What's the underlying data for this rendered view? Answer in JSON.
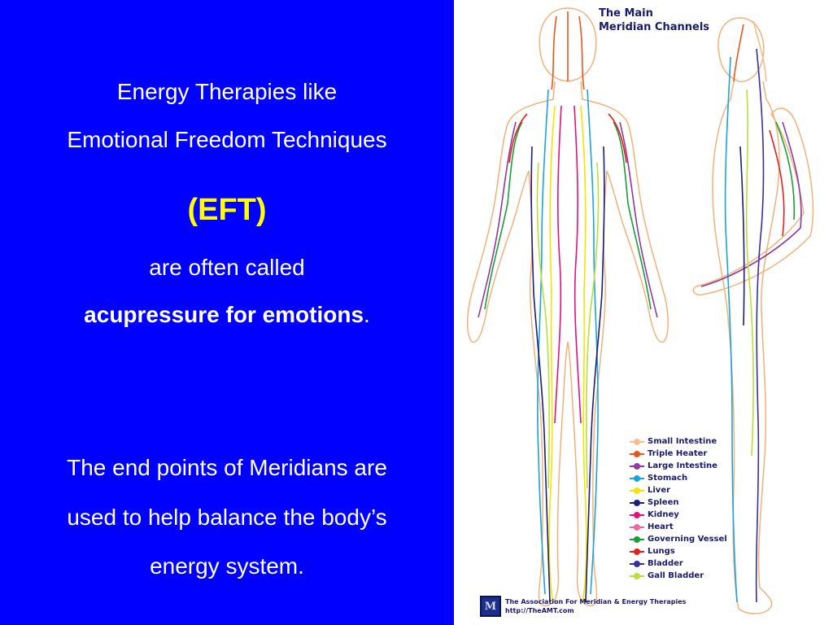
{
  "text": {
    "line1": "Energy Therapies like",
    "line2": "Emotional Freedom Techniques",
    "line3": "(EFT)",
    "line4": "are often called",
    "line5_bold": "acupressure  for emotions",
    "line5_tail": ".",
    "line6": "The end points of Meridians are",
    "line7": "used to help balance the body’s",
    "line8": "energy system."
  },
  "figure": {
    "title_line1": "The Main",
    "title_line2": "Meridian Channels",
    "legend": [
      {
        "label": "Small Intestine",
        "color": "#f4c089"
      },
      {
        "label": "Triple Heater",
        "color": "#e8561b"
      },
      {
        "label": "Large Intestine",
        "color": "#8e3a9e"
      },
      {
        "label": "Stomach",
        "color": "#1aa3e0"
      },
      {
        "label": "Liver",
        "color": "#f5e400"
      },
      {
        "label": "Spleen",
        "color": "#1c1c7a"
      },
      {
        "label": "Kidney",
        "color": "#e0137c"
      },
      {
        "label": "Heart",
        "color": "#e86ba0"
      },
      {
        "label": "Governing Vessel",
        "color": "#1a9e3a"
      },
      {
        "label": "Lungs",
        "color": "#e81e1e"
      },
      {
        "label": "Bladder",
        "color": "#3a2f9e"
      },
      {
        "label": "Gall Bladder",
        "color": "#b8e03a"
      }
    ],
    "logo": "M",
    "footer_line1": "The Association For Meridian & Energy Therapies",
    "footer_line2": "http://TheAMT.com"
  },
  "colors": {
    "background": "#0000ff",
    "text": "#ffffff",
    "accent": "#ffff00"
  }
}
